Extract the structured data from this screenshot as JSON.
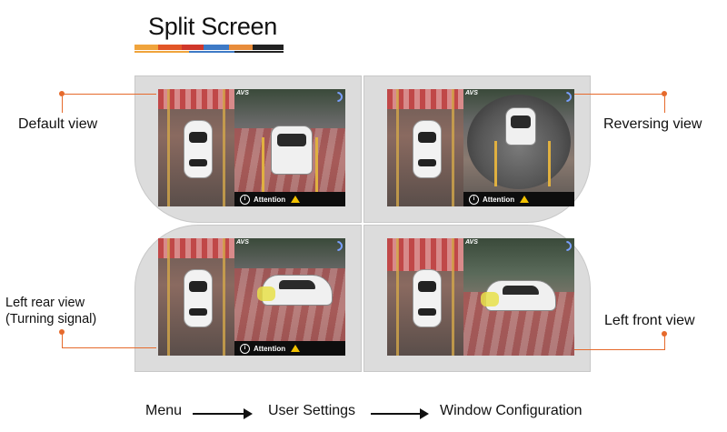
{
  "title": "Split Screen",
  "title_bar_colors": [
    "#f0a43c",
    "#e25526",
    "#d0372a",
    "#3e7ac6",
    "#e88c3a",
    "#222222"
  ],
  "views": {
    "top_left": {
      "label": "Default view",
      "status": "Attention",
      "brand": "AVS"
    },
    "top_right": {
      "label": "Reversing view",
      "status": "Attention",
      "brand": "AVS"
    },
    "bottom_left": {
      "label_line1": "Left rear view",
      "label_line2": "(Turning signal)",
      "status": "Attention",
      "brand": "AVS"
    },
    "bottom_right": {
      "label": "Left front view",
      "brand": "AVS"
    }
  },
  "navigation": {
    "steps": [
      "Menu",
      "User Settings",
      "Window Configuration"
    ]
  },
  "accent_color": "#e66a2c"
}
